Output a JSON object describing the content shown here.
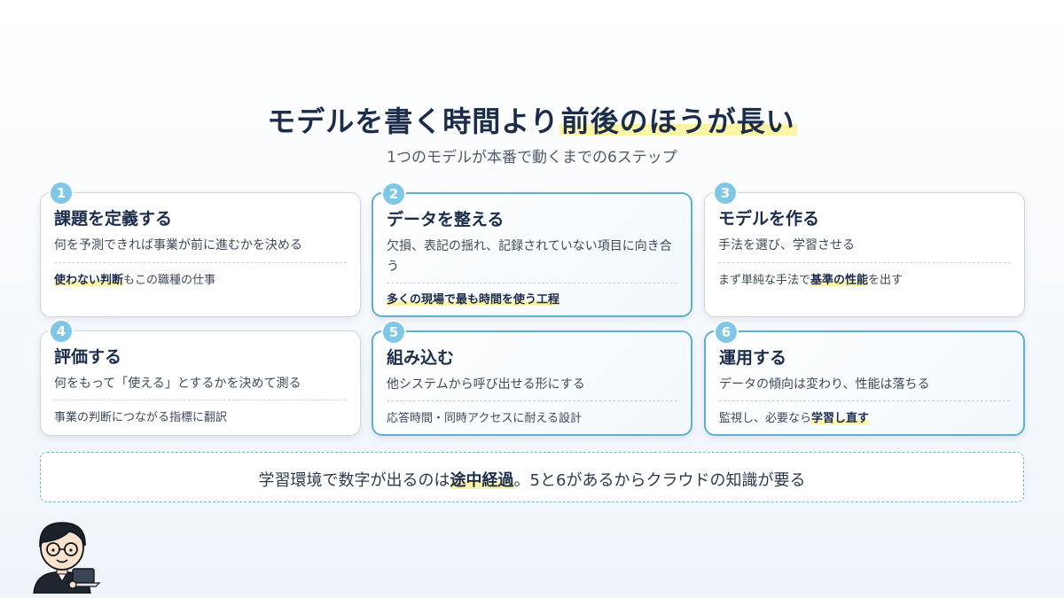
{
  "header": {
    "title_main": "モデルを書く時間より",
    "title_highlight": "前後のほうが長い",
    "subtitle": "1つのモデルが本番で動くまでの6ステップ"
  },
  "steps": [
    {
      "number": "1",
      "title": "課題を定義する",
      "desc": "何を予測できれば事業が前に進むかを決める",
      "note_pre": "",
      "note_highlight": "使わない判断",
      "note_post": "もこの職種の仕事"
    },
    {
      "number": "2",
      "title": "データを整える",
      "desc": "欠損、表記の揺れ、記録されていない項目に向き合う",
      "note_pre": "",
      "note_highlight": "多くの現場で最も時間を使う工程",
      "note_post": ""
    },
    {
      "number": "3",
      "title": "モデルを作る",
      "desc": "手法を選び、学習させる",
      "note_pre": "まず単純な手法で",
      "note_highlight": "基準の性能",
      "note_post": "を出す"
    },
    {
      "number": "4",
      "title": "評価する",
      "desc": "何をもって「使える」とするかを決めて測る",
      "note_pre": "事業の判断につながる指標に翻訳",
      "note_highlight": "",
      "note_post": ""
    },
    {
      "number": "5",
      "title": "組み込む",
      "desc": "他システムから呼び出せる形にする",
      "note_pre": "応答時間・同時アクセスに耐える設計",
      "note_highlight": "",
      "note_post": ""
    },
    {
      "number": "6",
      "title": "運用する",
      "desc": "データの傾向は変わり、性能は落ちる",
      "note_pre": "監視し、必要なら",
      "note_highlight": "学習し直す",
      "note_post": ""
    }
  ],
  "footer": {
    "pre": "学習環境で数字が出るのは",
    "highlight": "途中経過",
    "post": "。5と6があるからクラウドの知識が要る"
  },
  "colors": {
    "accent_border": "#5fb0cf",
    "badge": "#7ec7e6",
    "highlight": "#fbf3a6",
    "title": "#1c2d4c"
  },
  "icons": [
    "presenter-avatar-icon"
  ]
}
